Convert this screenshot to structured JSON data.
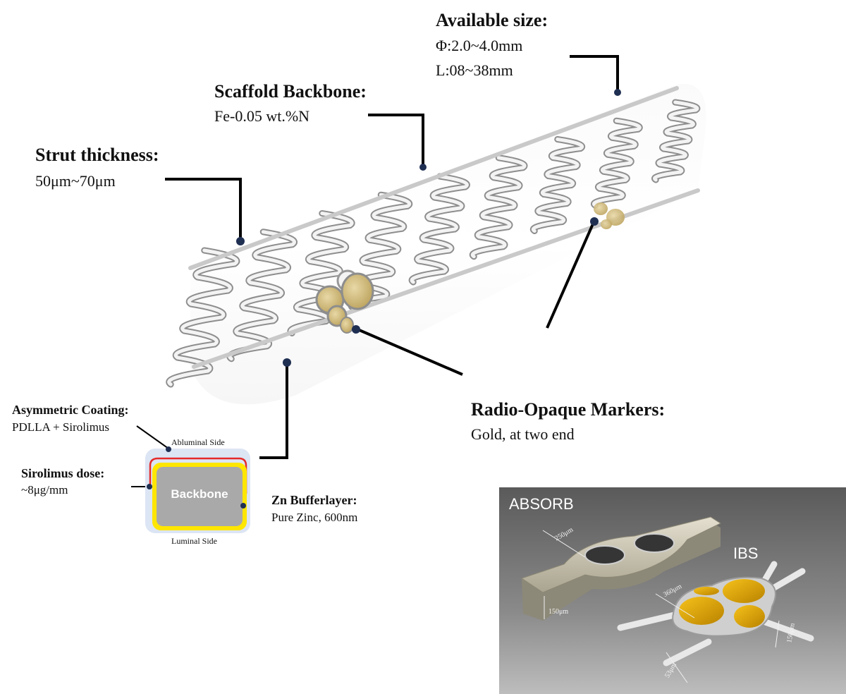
{
  "callouts": {
    "available_size": {
      "title": "Available size:",
      "line1": "Φ:2.0~4.0mm",
      "line2": "L:08~38mm"
    },
    "scaffold_backbone": {
      "title": "Scaffold Backbone:",
      "line1": "Fe-0.05 wt.%N"
    },
    "strut_thickness": {
      "title": "Strut thickness:",
      "line1": "50μm~70μm"
    },
    "markers": {
      "title": "Radio-Opaque Markers:",
      "line1": "Gold, at two end"
    }
  },
  "cross_section": {
    "coating_title": "Asymmetric Coating:",
    "coating_sub": "PDLLA + Sirolimus",
    "abluminal": "Abluminal Side",
    "luminal": "Luminal Side",
    "dose_title": "Sirolimus dose:",
    "dose_sub": "~8μg/mm",
    "backbone": "Backbone",
    "zn_title": "Zn Bufferlayer:",
    "zn_sub": "Pure Zinc, 600nm"
  },
  "inset": {
    "absorb_label": "ABSORB",
    "ibs_label": "IBS",
    "dims": {
      "d250": "250μm",
      "d150a": "150μm",
      "d360": "360μm",
      "d150b": "150μm",
      "d53": "53μm"
    }
  },
  "colors": {
    "strut": "#c9c9c9",
    "strut_edge": "#8e8e8e",
    "gold": "#d4bd7c",
    "dot": "#1f2f52",
    "coating_red": "#e52b2b",
    "zn_yellow": "#ffe600",
    "backbone_gray": "#a9a9a9",
    "inset_bg": "#6d6d6d"
  }
}
